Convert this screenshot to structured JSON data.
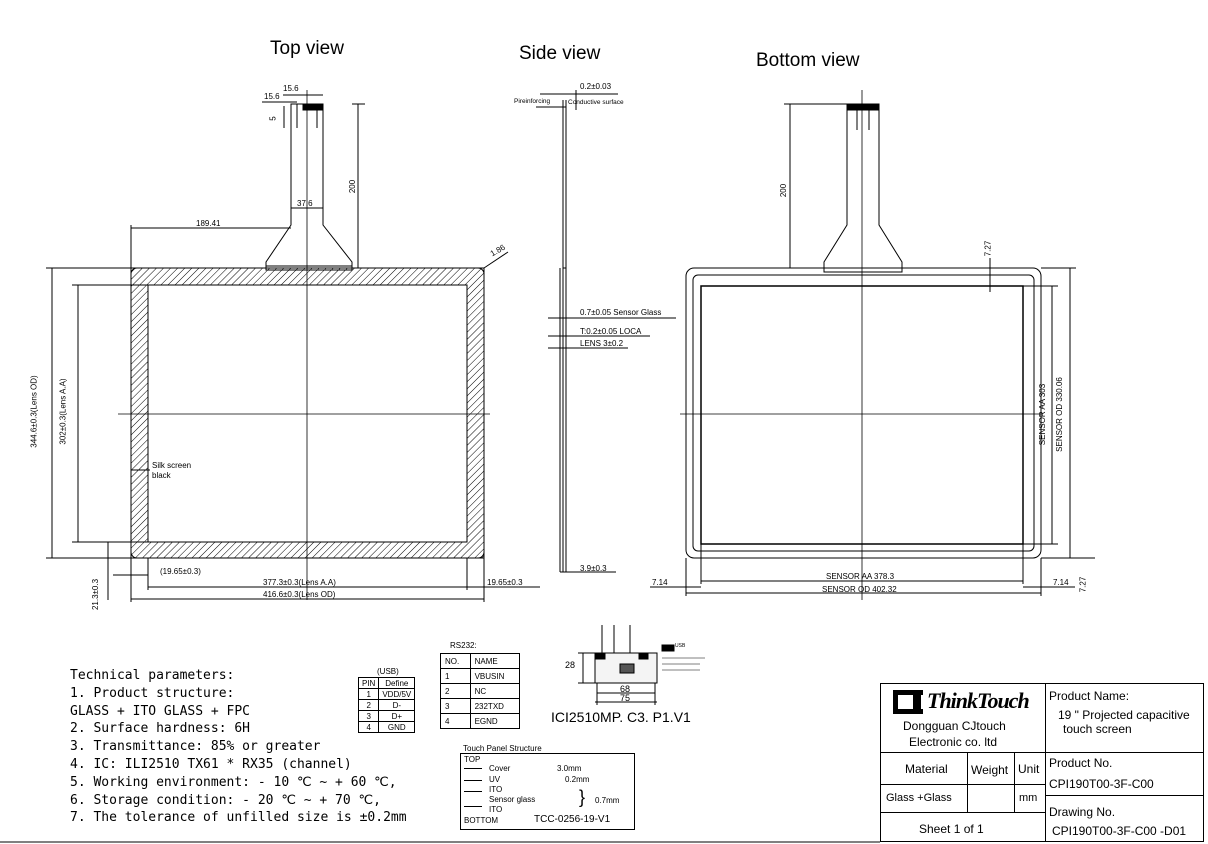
{
  "views": {
    "top_title": "Top view",
    "side_title": "Side view",
    "bottom_title": "Bottom view"
  },
  "top_dims": {
    "fpc_w1": "15.6",
    "fpc_w2": "15.6",
    "fpc_gap": "5",
    "fpc_len": "200",
    "fpc_neck": "37.6",
    "offset": "189.41",
    "radius": "1.86",
    "lens_od_h": "344.6±0.3(Lens OD)",
    "lens_aa_h": "302±0.3(Lens A.A)",
    "silk1": "Silk screen",
    "silk2": "black",
    "left_border": "(19.65±0.3)",
    "right_border": "19.65±0.3",
    "bottom_border": "21.3±0.3",
    "lens_aa_w": "377.3±0.3(Lens A.A)",
    "lens_od_w": "416.6±0.3(Lens OD)"
  },
  "side_dims": {
    "top_thk": "0.2±0.03",
    "reinforce": "Pireinforcing",
    "conductive": "Conductive surface",
    "sensor_glass": "0.7±0.05 Sensor Glass",
    "loca": "T:0.2±0.05 LOCA",
    "lens": "LENS 3±0.2",
    "bottom": "3.9±0.3"
  },
  "bottom_dims": {
    "fpc_len": "200",
    "top_gap": "7.27",
    "sensor_aa_v": "SENSOR AA 303",
    "sensor_od_v": "SENSOR OD 330.06",
    "left_gap": "7.14",
    "right_gap": "7.14",
    "bottom_gap": "7.27",
    "sensor_aa_h": "SENSOR AA 378.3",
    "sensor_od_h": "SENSOR OD 402.32"
  },
  "usb": {
    "title": "(USB)",
    "headers": [
      "PIN",
      "Define"
    ],
    "rows": [
      [
        "1",
        "VDD/5V"
      ],
      [
        "2",
        "D-"
      ],
      [
        "3",
        "D+"
      ],
      [
        "4",
        "GND"
      ]
    ]
  },
  "rs232": {
    "title": "RS232:",
    "headers": [
      "NO.",
      "NAME"
    ],
    "rows": [
      [
        "1",
        "VBUSIN"
      ],
      [
        "2",
        "NC"
      ],
      [
        "3",
        "232TXD"
      ],
      [
        "4",
        "EGND"
      ]
    ]
  },
  "pcb": {
    "dim_h": "28",
    "dim_w1": "68",
    "dim_w2": "75",
    "label": "ICI2510MP. C3. P1.V1",
    "usb_label": "USB"
  },
  "tech": {
    "title": "Technical parameters:",
    "lines": [
      "1. Product structure:",
      "GLASS + ITO GLASS + FPC",
      "2. Surface hardness: 6H",
      "3. Transmittance: 85% or greater",
      "4. IC: ILI2510 TX61 * RX35 (channel)",
      "5. Working environment: - 10 ℃ ~ + 60 ℃,",
      "6. Storage condition: - 20 ℃ ~ + 70 ℃,",
      "7. The tolerance of unfilled size is ±0.2mm"
    ]
  },
  "structure": {
    "title": "Touch Panel Structure",
    "top": "TOP",
    "cover": "Cover",
    "cover_v": "3.0mm",
    "uv": "UV",
    "uv_v": "0.2mm",
    "ito1": "ITO",
    "sensor": "Sensor glass",
    "sensor_v": "0.7mm",
    "ito2": "ITO",
    "bottom": "BOTTOM",
    "code": "TCC-0256-19-V1"
  },
  "title_block": {
    "brand": "ThinkTouch",
    "company1": "Dongguan CJtouch",
    "company2": "Electronic co. ltd",
    "product_name_label": "Product Name:",
    "product_name1": "19 \" Projected capacitive",
    "product_name2": "touch screen",
    "material_label": "Material",
    "weight_label": "Weight",
    "unit_label": "Unit",
    "material": "Glass +Glass",
    "unit": "mm",
    "product_no_label": "Product No.",
    "product_no": "CPI190T00-3F-C00",
    "sheet": "Sheet 1 of 1",
    "drawing_no_label": "Drawing No.",
    "drawing_no": "CPI190T00-3F-C00  -D01"
  }
}
